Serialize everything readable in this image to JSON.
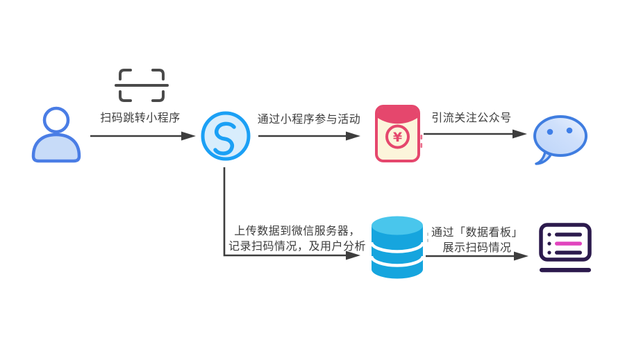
{
  "diagram": {
    "description": "WeChat mini-program QR scan marketing flow",
    "labels": {
      "scan_jump": "扫码跳转小程序",
      "participate": "通过小程序参与活动",
      "follow": "引流关注公众号",
      "upload_line1": "上传数据到微信服务器，",
      "upload_line2": "记录扫码情况，及用户分析",
      "dashboard_line1": "通过「数据看板」",
      "dashboard_line2": "展示扫码情况"
    },
    "red_packet_symbol": "¥",
    "nodes": [
      {
        "id": "user",
        "icon": "user-icon"
      },
      {
        "id": "scan-frame",
        "icon": "scan-icon"
      },
      {
        "id": "mini-program",
        "icon": "miniprogram-icon"
      },
      {
        "id": "red-packet",
        "icon": "red-packet-icon"
      },
      {
        "id": "wechat-official-account",
        "icon": "wechat-icon"
      },
      {
        "id": "wechat-server-database",
        "icon": "database-icon"
      },
      {
        "id": "data-dashboard",
        "icon": "dashboard-icon"
      }
    ],
    "colors": {
      "arrow": "#3d3d3d",
      "label_text": "#3c3c3c",
      "user_outline": "#4a7de5",
      "user_fill": "#c7dbf8",
      "scan_gray": "#4a4a4a",
      "miniprogram_blue": "#1ba0f5",
      "miniprogram_fill": "#d8edfc",
      "packet_red": "#e5476d",
      "packet_cream": "#fcf5db",
      "wechat_outline": "#3f7de0",
      "wechat_fill": "#c9ddfb",
      "wechat_eyes": "#3f7fe8",
      "db_top": "#49c6ec",
      "db_body": "#16a5de",
      "dashboard_purple": "#2c1a4d",
      "dashboard_pink": "#e144bd"
    }
  }
}
